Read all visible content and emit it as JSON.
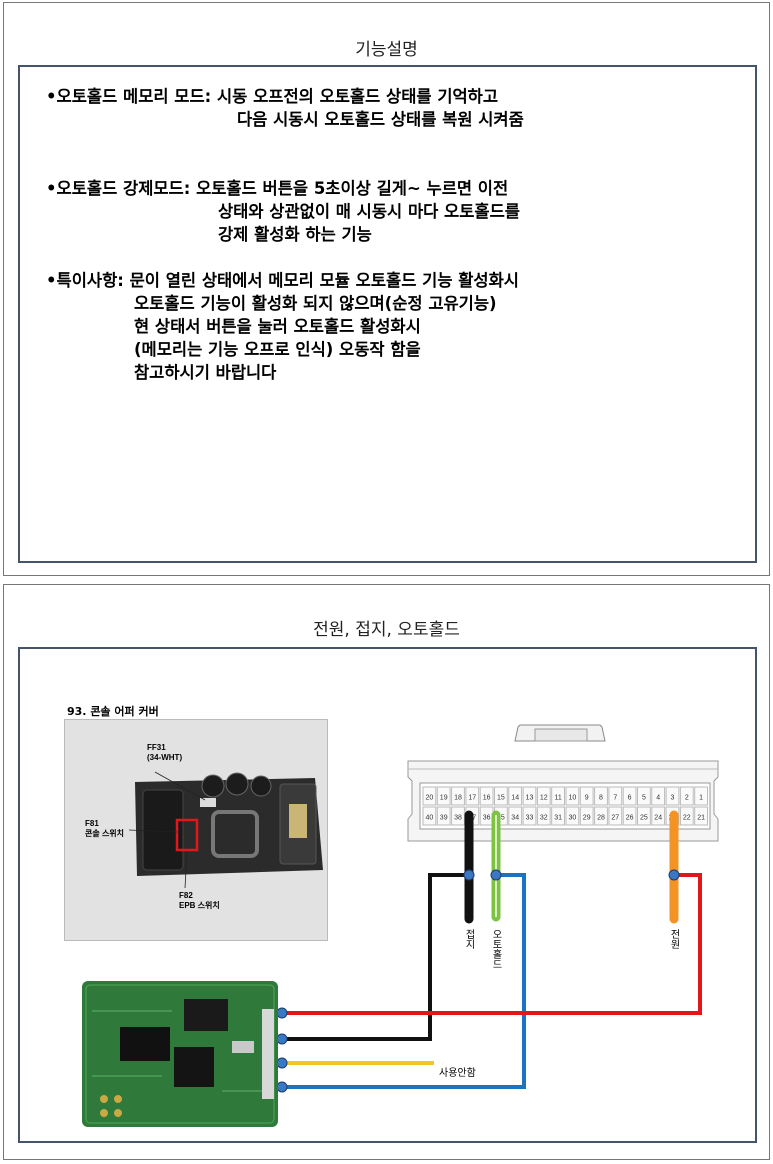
{
  "slide1": {
    "title": "기능설명",
    "features": [
      {
        "lines": [
          "•오토홀드 메모리 모드: 시동 오프전의 오토홀드 상태를 기억하고",
          "다음 시동시 오토홀드 상태를 복원 시켜줌"
        ]
      },
      {
        "lines": [
          "•오토홀드 강제모드: 오토홀드 버튼을 5초이상 길게~ 누르면 이전",
          "상태와 상관없이 매 시동시 마다 오토홀드를",
          "강제 활성화 하는 기능"
        ]
      },
      {
        "lines": [
          "•특이사항: 문이 열린 상태에서 메모리 모듈 오토홀드 기능 활성화시",
          "오토홀드 기능이 활성화 되지 않으며(순정 고유기능)",
          "현 상태서 버튼을 눌러 오토홀드 활성화시",
          "(메모리는 기능 오프로 인식) 오동작 함을",
          "참고하시기 바랍니다"
        ]
      }
    ]
  },
  "slide2": {
    "title": "전원, 접지, 오토홀드",
    "photo": {
      "title": "93. 콘솔 어퍼 커버",
      "callout_ff31_line1": "FF31",
      "callout_ff31_line2": "(34-WHT)",
      "callout_f81_line1": "F81",
      "callout_f81_line2": "콘솔 스위치",
      "callout_f82_line1": "F82",
      "callout_f82_line2": "EPB 스위치"
    },
    "connector": {
      "top_row": [
        "20",
        "19",
        "18",
        "17",
        "16",
        "15",
        "14",
        "13",
        "12",
        "11",
        "10",
        "9",
        "8",
        "7",
        "6",
        "5",
        "4",
        "3",
        "2",
        "1"
      ],
      "bottom_row": [
        "40",
        "39",
        "38",
        "37",
        "36",
        "35",
        "34",
        "33",
        "32",
        "31",
        "30",
        "29",
        "28",
        "27",
        "26",
        "25",
        "24",
        "23",
        "22",
        "21"
      ]
    },
    "wire_labels": {
      "ground": "접지",
      "autohold": "오토홀드",
      "power": "전원",
      "unused": "사용안함"
    },
    "colors": {
      "ground": "#111111",
      "autohold": "#7dc243",
      "power": "#f39324",
      "red_wire": "#e3161b",
      "blue_wire": "#1a74c4",
      "yellow_wire": "#f2c52b",
      "pcb": "#2f7a3a",
      "frame": "#44546A"
    }
  }
}
